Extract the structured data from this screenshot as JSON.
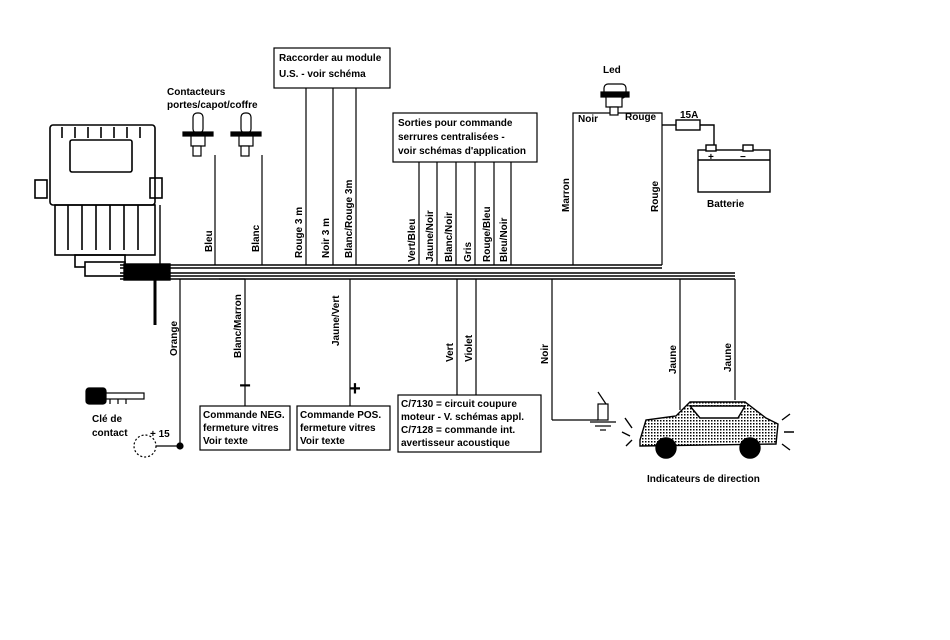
{
  "title_boxes": {
    "module_us": [
      "Raccorder au module",
      "U.S. - voir schéma"
    ],
    "serrures": [
      "Sorties pour commande",
      "serrures centralisées -",
      "voir schémas d'application"
    ],
    "cmd_neg": [
      "Commande NEG.",
      "fermeture vitres",
      "Voir texte"
    ],
    "cmd_pos": [
      "Commande POS.",
      "fermeture vitres",
      "Voir texte"
    ],
    "c7130": [
      "C/7130 = circuit coupure",
      "moteur - V. schémas appl.",
      "C/7128 = commande int.",
      "avertisseur acoustique"
    ]
  },
  "labels": {
    "contacteurs": [
      "Contacteurs",
      "portes/capot/coffre"
    ],
    "led": "Led",
    "noir_top": "Noir",
    "rouge_top": "Rouge",
    "fuse": "15A",
    "batterie": "Batterie",
    "cle": [
      "Clé de",
      "contact"
    ],
    "plus15": "+ 15",
    "indicateurs": "Indicateurs de direction",
    "minus": "−",
    "plus": "+"
  },
  "wires_upper": [
    "Bleu",
    "Blanc",
    "Rouge 3 m",
    "Noir 3 m",
    "Blanc/Rouge 3m",
    "Vert/Bleu",
    "Jaune/Noir",
    "Blanc/Noir",
    "Gris",
    "Rouge/Bleu",
    "Bleu/Noir",
    "Marron",
    "Rouge"
  ],
  "wires_lower": [
    "Orange",
    "Blanc/Marron",
    "Jaune/Vert",
    "Vert",
    "Violet",
    "Noir",
    "Jaune",
    "Jaune"
  ],
  "colors": {
    "ink": "#000000",
    "paper": "#ffffff"
  }
}
